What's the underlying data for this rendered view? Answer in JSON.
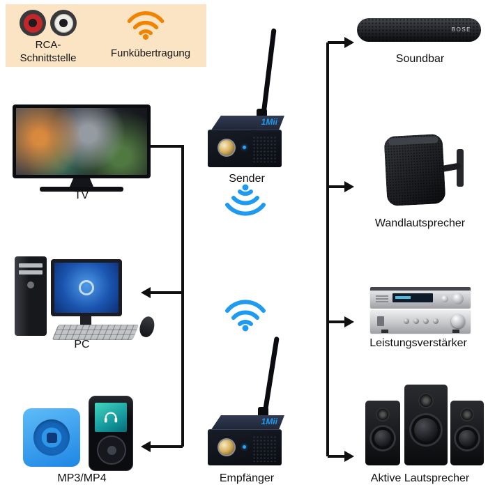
{
  "colors": {
    "legend_bg": "#fbe4c4",
    "wifi_blue": "#1e9bf0",
    "wifi_orange": "#f08300",
    "connector": "#101010",
    "rca_red": "#c3272b"
  },
  "legend": {
    "rca_label": "RCA-Schnittstelle",
    "wireless_label": "Funkübertragung"
  },
  "icons": {
    "legend_rca_red": "rca-jack-red-icon",
    "legend_rca_white": "rca-jack-white-icon",
    "legend_wireless": "wifi-icon",
    "sender_wave": "wifi-waves-down-icon",
    "empfaenger_wave": "wifi-waves-up-icon"
  },
  "center": {
    "sender_label": "Sender",
    "empfaenger_label": "Empfänger",
    "brand": "1Mii"
  },
  "sources": [
    {
      "label": "TV"
    },
    {
      "label": "PC"
    },
    {
      "label": "MP3/MP4"
    }
  ],
  "outputs": [
    {
      "label": "Soundbar",
      "brand": "BOSE"
    },
    {
      "label": "Wandlautsprecher"
    },
    {
      "label": "Leistungsverstärker"
    },
    {
      "label": "Aktive Lautsprecher"
    }
  ]
}
